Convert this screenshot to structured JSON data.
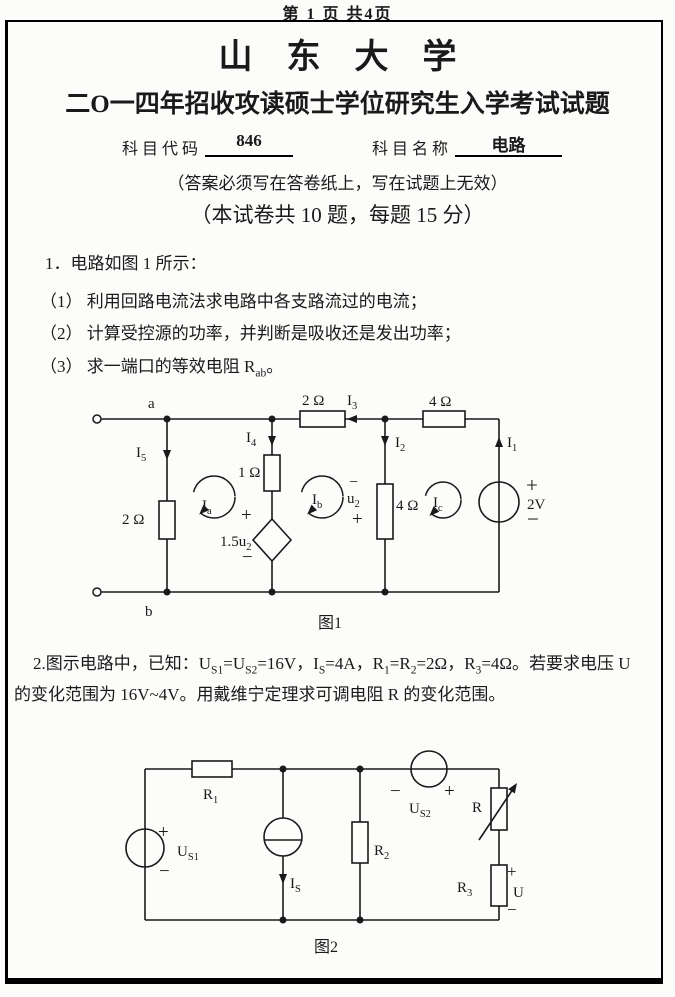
{
  "page_header": "第 1 页  共4页",
  "header": {
    "university": "山　东　大　学",
    "exam_title": "二O一四年招收攻读硕士学位研究生入学考试试题",
    "subject_code_label": "科目代码",
    "subject_code": "846",
    "subject_name_label": "科目名称",
    "subject_name": "电路",
    "notice": "（答案必须写在答卷纸上，写在试题上无效）",
    "paper_info": "（本试卷共 10 题，每题 15 分）"
  },
  "q1": {
    "stem": "1．电路如图 1 所示：",
    "item1": "（1） 利用回路电流法求电路中各支路流过的电流；",
    "item2": "（2） 计算受控源的功率，并判断是吸收还是发出功率；",
    "item3": [
      {
        "t": "（3） 求一端口的等效电阻 R"
      },
      {
        "t": "ab",
        "s": 1
      },
      {
        "t": "。"
      }
    ]
  },
  "q2": {
    "line1": [
      {
        "t": "2.图示电路中，已知：U"
      },
      {
        "t": "S1",
        "s": 1
      },
      {
        "t": "=U"
      },
      {
        "t": "S2",
        "s": 1
      },
      {
        "t": "=16V，I"
      },
      {
        "t": "S",
        "s": 1
      },
      {
        "t": "=4A，R"
      },
      {
        "t": "1",
        "s": 1
      },
      {
        "t": "=R"
      },
      {
        "t": "2",
        "s": 1
      },
      {
        "t": "=2Ω，R"
      },
      {
        "t": "3",
        "s": 1
      },
      {
        "t": "=4Ω。若要求电压 U"
      }
    ],
    "line2": "的变化范围为 16V~4V。用戴维宁定理求可调电阻 R 的变化范围。"
  },
  "fig1": {
    "caption": "图1",
    "terminal_a": "a",
    "terminal_b": "b",
    "r_left": "2 Ω",
    "r_vertical_1ohm": "1 Ω",
    "r_top": "2 Ω",
    "r_topright": "4 Ω",
    "r_mid": "4 Ω",
    "source_2v": "2V",
    "dep_source": [
      {
        "t": "1.5u"
      },
      {
        "t": "2",
        "s": 1
      }
    ],
    "u2": [
      {
        "t": "u"
      },
      {
        "t": "2",
        "s": 1
      }
    ],
    "i1": [
      {
        "t": "I"
      },
      {
        "t": "1",
        "s": 1
      }
    ],
    "i2": [
      {
        "t": "I"
      },
      {
        "t": "2",
        "s": 1
      }
    ],
    "i3": [
      {
        "t": "I"
      },
      {
        "t": "3",
        "s": 1
      }
    ],
    "i4": [
      {
        "t": "I"
      },
      {
        "t": "4",
        "s": 1
      }
    ],
    "i5": [
      {
        "t": "I"
      },
      {
        "t": "5",
        "s": 1
      }
    ],
    "ia": [
      {
        "t": "I"
      },
      {
        "t": "a",
        "s": 1
      }
    ],
    "ib": [
      {
        "t": "I"
      },
      {
        "t": "b",
        "s": 1
      }
    ],
    "ic": [
      {
        "t": "I"
      },
      {
        "t": "c",
        "s": 1
      }
    ]
  },
  "fig2": {
    "caption": "图2",
    "r1": [
      {
        "t": "R"
      },
      {
        "t": "1",
        "s": 1
      }
    ],
    "r2": [
      {
        "t": "R"
      },
      {
        "t": "2",
        "s": 1
      }
    ],
    "r3": [
      {
        "t": "R"
      },
      {
        "t": "3",
        "s": 1
      }
    ],
    "r_var": "R",
    "us1": [
      {
        "t": "U"
      },
      {
        "t": "S1",
        "s": 1
      }
    ],
    "us2": [
      {
        "t": "U"
      },
      {
        "t": "S2",
        "s": 1
      }
    ],
    "is": [
      {
        "t": "I"
      },
      {
        "t": "S",
        "s": 1
      }
    ],
    "u": "U"
  },
  "sym": {
    "plus": "+",
    "minus": "−"
  }
}
